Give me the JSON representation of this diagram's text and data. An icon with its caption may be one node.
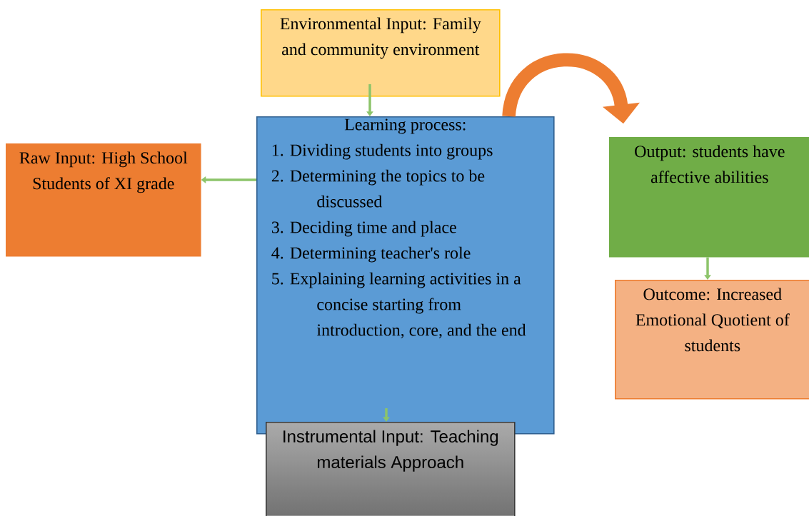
{
  "diagram": {
    "nodes": [
      {
        "text": [
          "Environmental Input: Family and community environment"
        ]
      },
      {
        "text": [
          "Learning process:",
          "1. Dividing students into groups",
          "2. Determining the topics to be discussed",
          "3. Deciding time and place",
          "4. Determining teacher's role",
          "5. Explaining learning activities in a concise starting from introduction, core, and the end"
        ]
      },
      {
        "text": [
          "Raw Input: High School Students of XI grade"
        ]
      },
      {
        "text": [
          "Output: students have affective abilities"
        ]
      },
      {
        "text": [
          "Outcome: Increased Emotional Quotient of students"
        ]
      },
      {
        "text": [
          "Instrumental Input: Teaching materials Approach"
        ]
      }
    ],
    "edges": [
      {
        "from": 0,
        "to": 1,
        "arrow": "to"
      },
      {
        "from": 1,
        "to": 2,
        "arrow": "to"
      },
      {
        "from": 1,
        "to": 5,
        "arrow": "to"
      },
      {
        "from": 1,
        "to": 3,
        "arrow": "to",
        "style": "thick",
        "color": "#ed7d31"
      },
      {
        "from": 3,
        "to": 4,
        "arrow": "to"
      }
    ]
  }
}
